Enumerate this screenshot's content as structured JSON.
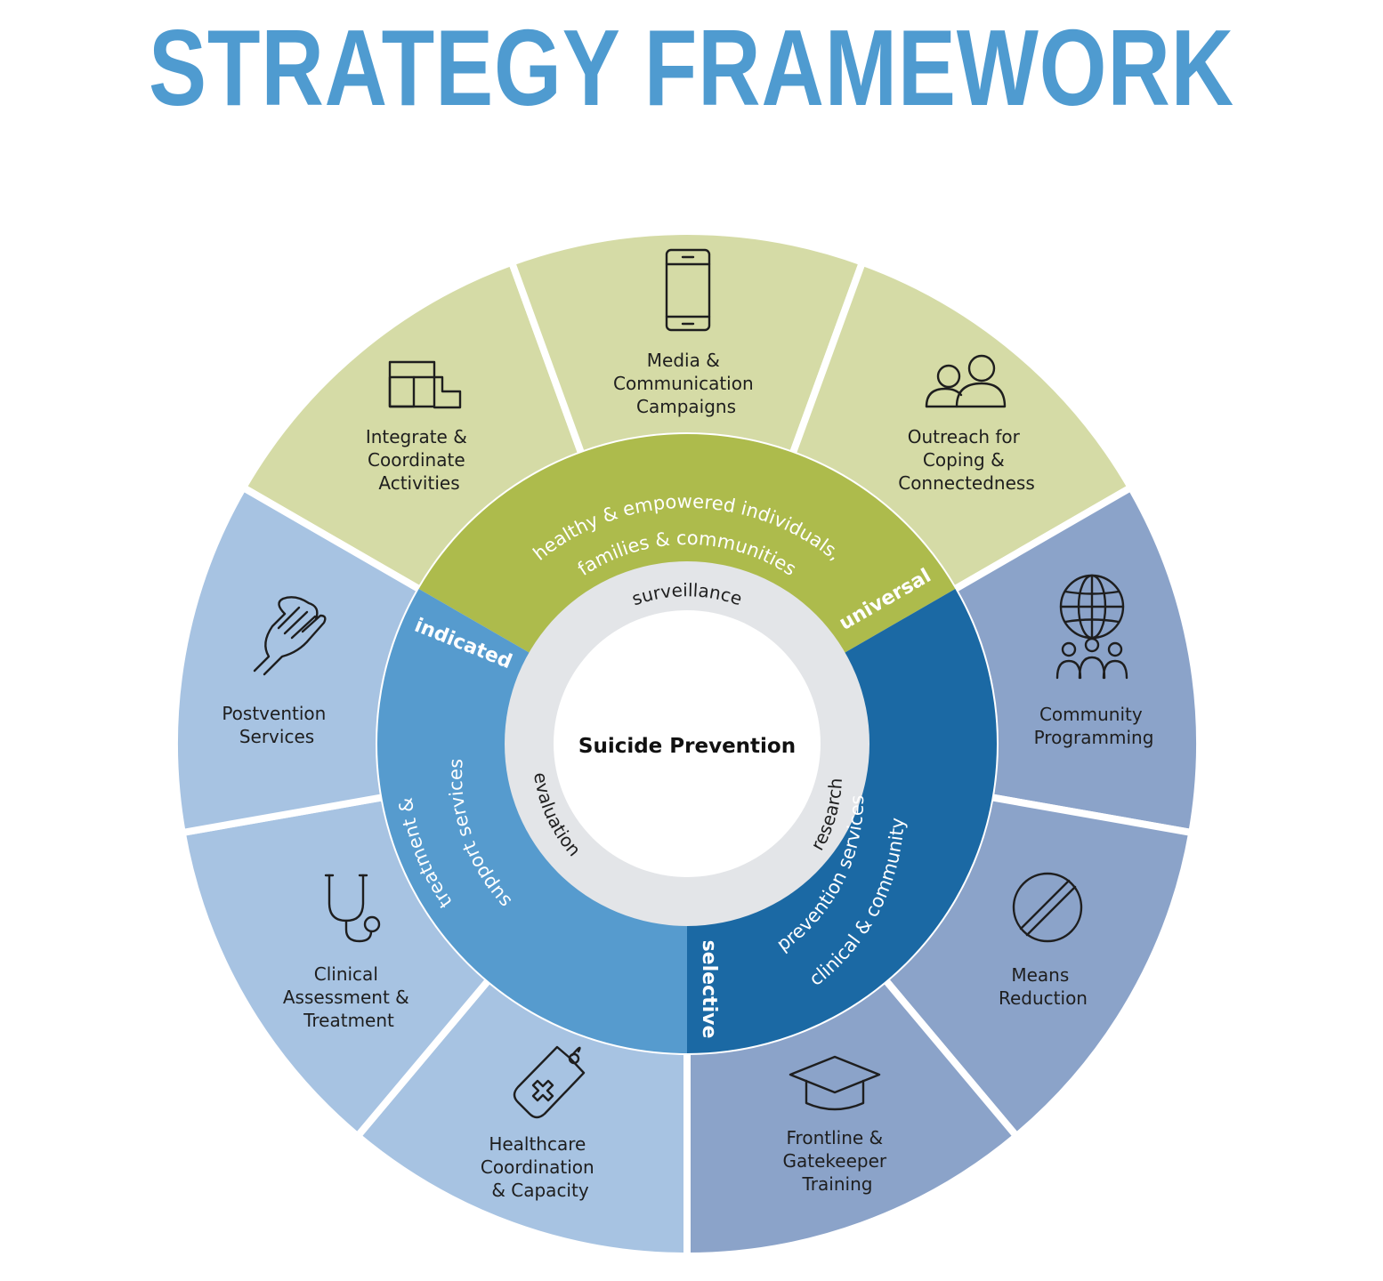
{
  "title": "STRATEGY FRAMEWORK",
  "center": "Suicide Prevention",
  "colors": {
    "outer_green": "#d5dba6",
    "outer_light_blue": "#a7c3e2",
    "outer_slate_blue": "#8ba3c9",
    "ring_green": "#adbb4c",
    "ring_mid_blue": "#569bce",
    "ring_dark_blue": "#1b69a4",
    "inner_gray": "#e3e5e8",
    "title_blue": "#4f9bd0"
  },
  "segments": [
    {
      "id": "integrate",
      "lines": [
        "Integrate &",
        "Coordinate",
        "Activities"
      ],
      "icon": "blocks-icon",
      "tier": "green"
    },
    {
      "id": "media",
      "lines": [
        "Media &",
        "Communication",
        "Campaigns"
      ],
      "icon": "smartphone-icon",
      "tier": "green"
    },
    {
      "id": "outreach",
      "lines": [
        "Outreach for",
        "Coping &",
        "Connectedness"
      ],
      "icon": "people-icon",
      "tier": "green"
    },
    {
      "id": "community",
      "lines": [
        "Community",
        "Programming"
      ],
      "icon": "globe-people-icon",
      "tier": "slate"
    },
    {
      "id": "means",
      "lines": [
        "Means",
        "Reduction"
      ],
      "icon": "prohibited-icon",
      "tier": "slate"
    },
    {
      "id": "frontline",
      "lines": [
        "Frontline &",
        "Gatekeeper",
        "Training"
      ],
      "icon": "graduation-cap-icon",
      "tier": "slate"
    },
    {
      "id": "healthcare",
      "lines": [
        "Healthcare",
        "Coordination",
        "& Capacity"
      ],
      "icon": "medical-tag-icon",
      "tier": "light"
    },
    {
      "id": "clinical",
      "lines": [
        "Clinical",
        "Assessment &",
        "Treatment"
      ],
      "icon": "stethoscope-icon",
      "tier": "light"
    },
    {
      "id": "postvention",
      "lines": [
        "Postvention",
        "Services"
      ],
      "icon": "helping-hand-icon",
      "tier": "light"
    }
  ],
  "ring": {
    "universal": {
      "tier": "universal",
      "lines": [
        "healthy & empowered individuals,",
        "families & communities"
      ]
    },
    "selective": {
      "tier": "selective",
      "lines": [
        "clinical & community",
        "prevention services"
      ]
    },
    "indicated": {
      "tier": "indicated",
      "lines": [
        "treatment &",
        "support services"
      ]
    }
  },
  "inner": {
    "top": "surveillance",
    "right": "research",
    "left": "evaluation"
  }
}
